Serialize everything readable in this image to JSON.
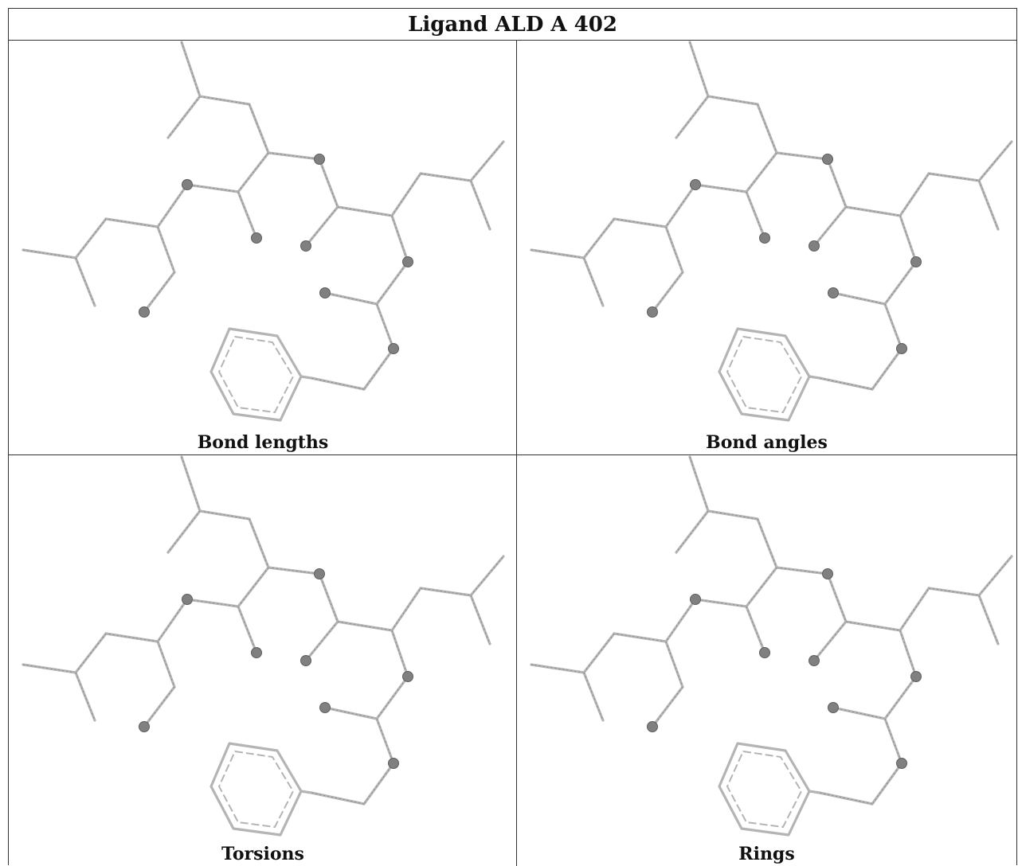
{
  "title": "Ligand ALD A 402",
  "panels": [
    {
      "caption": "Bond lengths"
    },
    {
      "caption": "Bond angles"
    },
    {
      "caption": "Torsions"
    },
    {
      "caption": "Rings"
    }
  ],
  "colors": {
    "bond": "#b4b4b4",
    "bond_dash": "#8c8c8c",
    "atom": "#808080",
    "border": "#333333"
  }
}
